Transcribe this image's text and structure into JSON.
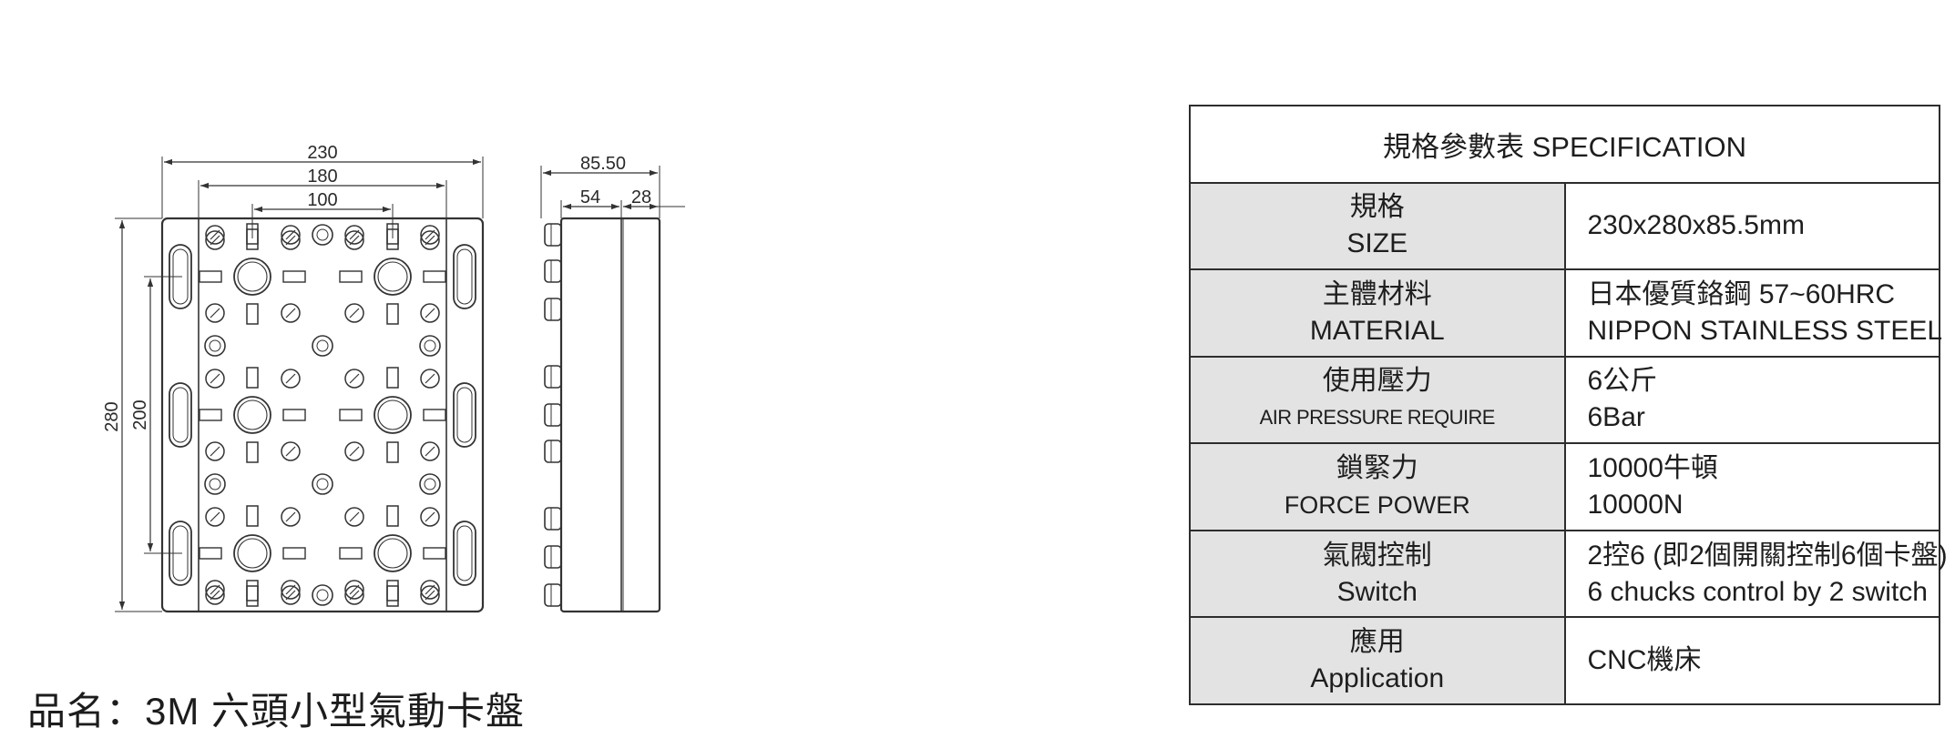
{
  "drawing": {
    "front_view": {
      "dimensions": {
        "width_overall": "230",
        "width_mid": "180",
        "width_inner": "100",
        "height_overall": "280",
        "height_inner": "200"
      }
    },
    "side_view": {
      "dimensions": {
        "depth_overall": "85.50",
        "depth_left": "54",
        "depth_right": "28"
      }
    }
  },
  "product_name": "品名：3M 六頭小型氣動卡盤",
  "specification": {
    "title": "規格參數表 SPECIFICATION",
    "rows": [
      {
        "label_zh": "規格",
        "label_en": "SIZE",
        "value_1": "230x280x85.5mm",
        "value_2": ""
      },
      {
        "label_zh": "主體材料",
        "label_en": "MATERIAL",
        "value_1": "日本優質鉻鋼  57~60HRC",
        "value_2": "NIPPON STAINLESS STEEL"
      },
      {
        "label_zh": "使用壓力",
        "label_en": "AIR PRESSURE REQUIRE",
        "value_1": "6公斤",
        "value_2": "6Bar"
      },
      {
        "label_zh": "鎖緊力",
        "label_en": "FORCE POWER",
        "value_1": "10000牛頓",
        "value_2": "10000N"
      },
      {
        "label_zh": "氣閥控制",
        "label_en": "Switch",
        "value_1": "2控6 (即2個開關控制6個卡盤)",
        "value_2": "6 chucks control by 2 switch"
      },
      {
        "label_zh": "應用",
        "label_en": "Application",
        "value_1": "CNC機床",
        "value_2": ""
      }
    ]
  }
}
